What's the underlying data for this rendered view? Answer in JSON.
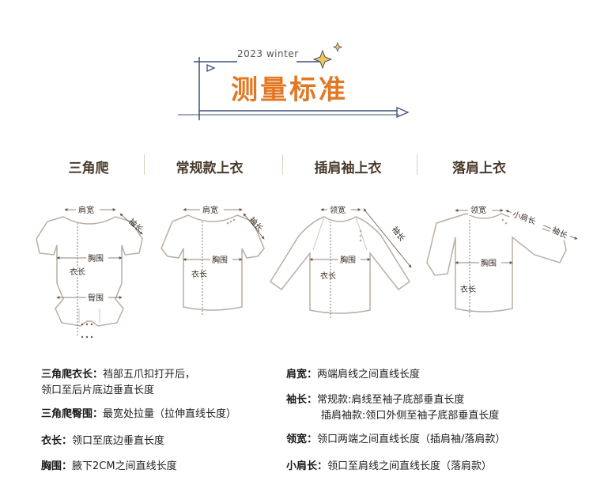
{
  "header": {
    "year": "2023 winter",
    "title": "测量标准"
  },
  "columns": [
    "三角爬",
    "常规款上衣",
    "插肩袖上衣",
    "落肩上衣"
  ],
  "labels": {
    "shoulder_width": "肩宽",
    "sleeve_length": "袖长",
    "chest": "胸围",
    "length": "衣长",
    "hip": "臀围",
    "collar_width": "领宽",
    "small_shoulder": "小肩长"
  },
  "definitions": {
    "left": [
      {
        "term": "三角爬衣长：",
        "text": "裆部五爪扣打开后，",
        "text2": "领口至后片底边垂直长度"
      },
      {
        "term": "三角爬臀围：",
        "text": "最宽处拉量（拉伸直线长度）"
      },
      {
        "term": "衣长：",
        "text": "领口至底边垂直长度"
      },
      {
        "term": "胸围：",
        "text": "腋下2CM之间直线长度"
      }
    ],
    "right": [
      {
        "term": "肩宽：",
        "text": "两端肩线之间直线长度"
      },
      {
        "term": "袖长：",
        "text": "常规款:肩线至袖子底部垂直长度",
        "text2": "插肩袖款:领口外侧至袖子底部垂直长度"
      },
      {
        "term": "领宽：",
        "text": "领口两端之间直线长度（插肩袖/落肩款）"
      },
      {
        "term": "小肩长：",
        "text": "领口至肩线之间直线长度（落肩款）"
      }
    ]
  },
  "colors": {
    "title": "#e37824",
    "accent_line": "#3d4f7a",
    "sparkle": "#f2c94c",
    "garment_line": "#b9aea3",
    "measure_line": "#6b5a4c"
  }
}
